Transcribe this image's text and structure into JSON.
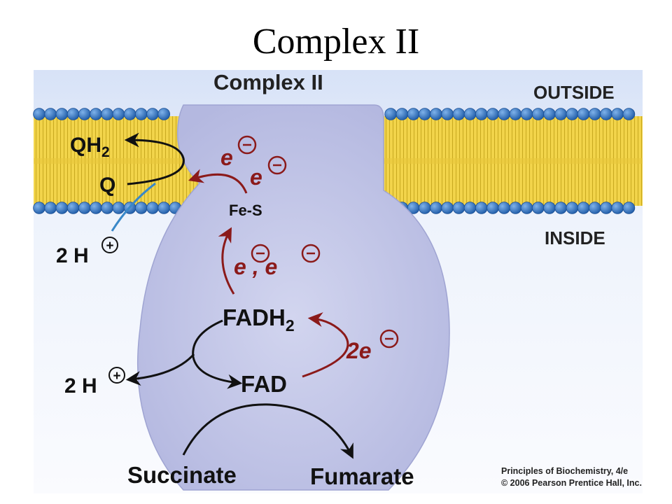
{
  "slide_title": "Complex II",
  "labels": {
    "complex": "Complex II",
    "outside": "OUTSIDE",
    "inside": "INSIDE",
    "qh2": "QH",
    "qh2_sub": "2",
    "q": "Q",
    "protons_membrane": "2 H",
    "protons_lower": "2 H",
    "electron_1": "e",
    "electron_2": "e",
    "fe_s": "Fe-S",
    "electron_pair": "e , e",
    "fadh2": "FADH",
    "fadh2_sub": "2",
    "two_electrons": "2e",
    "fad": "FAD",
    "succinate": "Succinate",
    "fumarate": "Fumarate",
    "charge_plus": "+",
    "charge_minus": "−"
  },
  "credits": {
    "book": "Principles of Biochemistry, 4/e",
    "copyright": "© 2006 Pearson Prentice Hall, Inc."
  },
  "colors": {
    "membrane_head": "#2f6fb7",
    "membrane_core": "#f3d54a",
    "cytosol": "#e8eefb",
    "protein": "#bfc3e6",
    "electron_red": "#8b1a1a",
    "arrow_black": "#111111",
    "proton_line": "#3a88c8"
  }
}
